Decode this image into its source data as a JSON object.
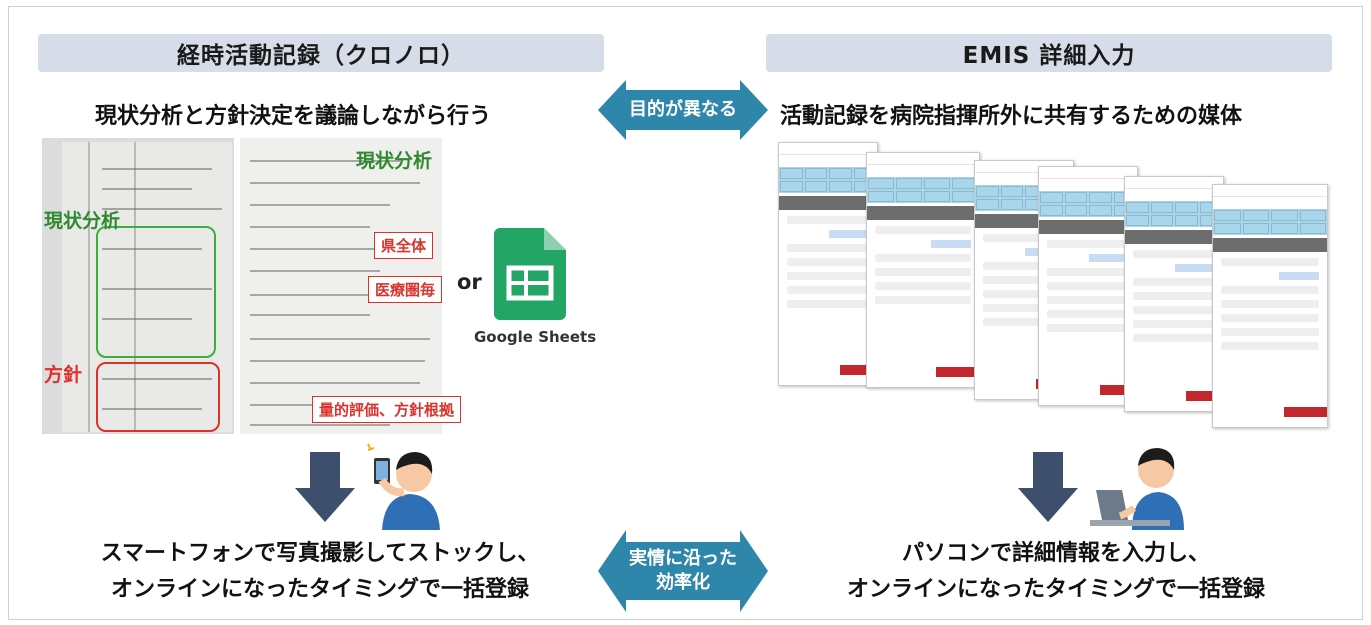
{
  "left": {
    "header": "経時活動記録（クロノロ）",
    "subtitle": "現状分析と方針決定を議論しながら行う",
    "labels": {
      "analysis_left": "現状分析",
      "policy": "方針",
      "analysis_right": "現状分析",
      "prefecture": "県全体",
      "medical_area": "医療圏毎",
      "evaluation": "量的評価、方針根拠"
    },
    "or_text": "or",
    "sheets_label": "Google Sheets",
    "bottom_lines": [
      "スマートフォンで写真撮影してストックし、",
      "オンラインになったタイミングで一括登録"
    ]
  },
  "right": {
    "header": "EMIS 詳細入力",
    "subtitle": "活動記録を病院指揮所外に共有するための媒体",
    "bottom_lines": [
      "パソコンで詳細情報を入力し、",
      "オンラインになったタイミングで一括登録"
    ]
  },
  "center": {
    "top_arrow": [
      "目的が異なる"
    ],
    "bottom_arrow": [
      "実情に沿った",
      "効率化"
    ]
  },
  "colors": {
    "header_bg": "#d6dde8",
    "arrow_teal": "#2e86ab",
    "down_arrow": "#3d4f6d",
    "green": "#2f8a2f",
    "red": "#e0302a"
  },
  "icons": [
    "sheets-icon",
    "person-phone-icon",
    "person-pc-icon",
    "down-arrow-icon",
    "double-arrow-icon"
  ]
}
